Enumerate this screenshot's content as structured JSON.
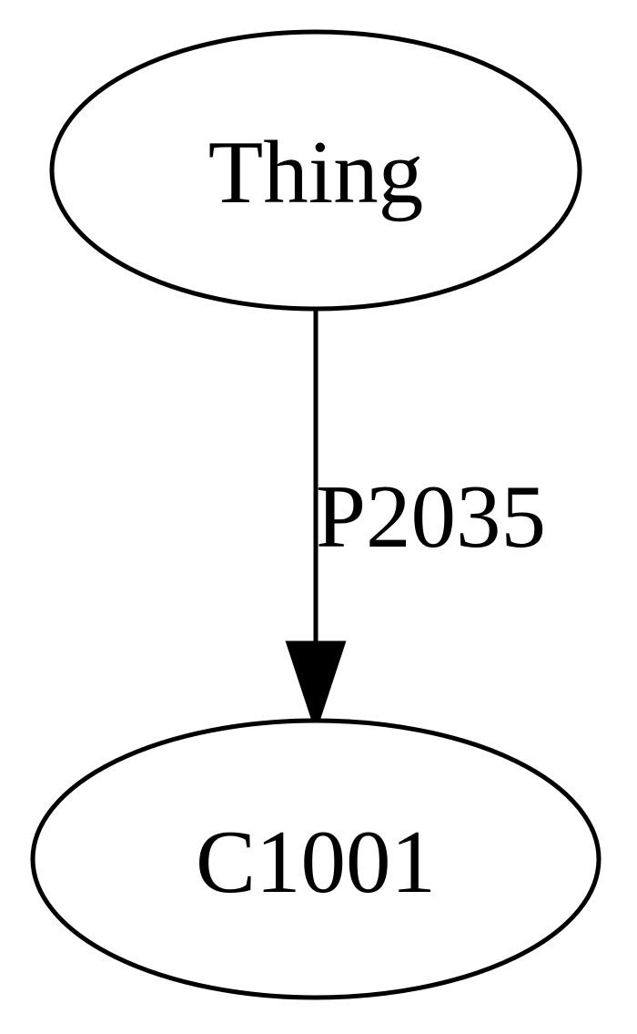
{
  "diagram": {
    "type": "directed-graph",
    "nodes": [
      {
        "id": "thing",
        "label": "Thing",
        "shape": "ellipse"
      },
      {
        "id": "c1001",
        "label": "C1001",
        "shape": "ellipse"
      }
    ],
    "edges": [
      {
        "from": "thing",
        "to": "c1001",
        "label": "P2035",
        "arrowhead": "filled-triangle"
      }
    ],
    "colors": {
      "stroke": "#000000",
      "fill": "#ffffff",
      "text": "#000000"
    }
  }
}
